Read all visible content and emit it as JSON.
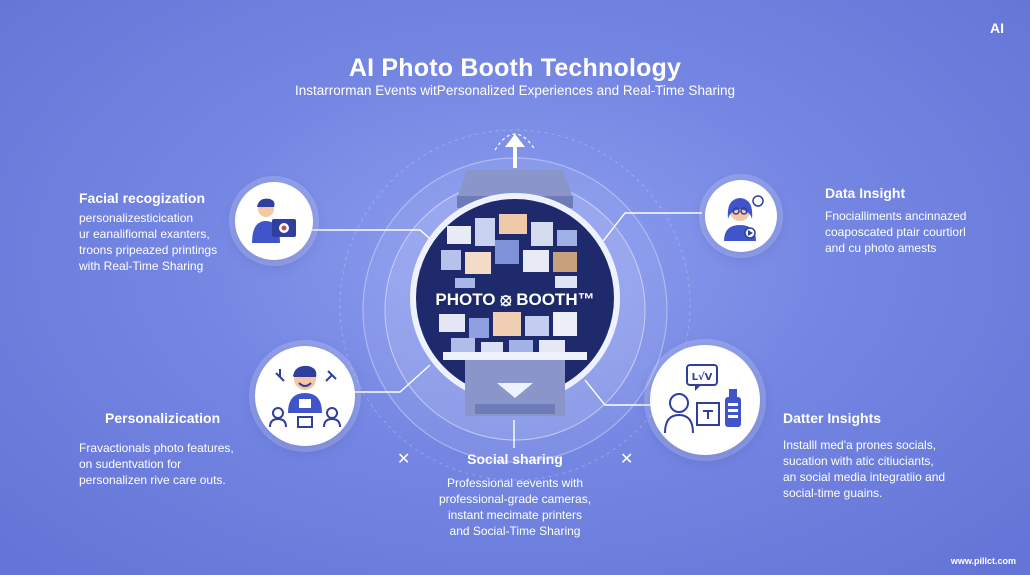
{
  "header": {
    "title": "AI Photo Booth Technology",
    "subtitle": "Instarrorman Events witPersonalized Experiences and Real-Time Sharing",
    "corner_badge": "AI"
  },
  "center": {
    "booth_label": "PHOTO ⦻ BOOTH™"
  },
  "features": {
    "facial": {
      "title": "Facial recogization",
      "lines": [
        "personalizesticication",
        "ur eanalifiomal exanters,",
        "troons pripeazed printings",
        "with Real-Time Sharing"
      ]
    },
    "personalization": {
      "title": "Personalizication",
      "lines": [
        "Fravactionals photo features,",
        "on sudentvation for",
        "personalizen rive care outs."
      ]
    },
    "data_insight": {
      "title": "Data Insight",
      "lines": [
        "Fnocialliments ancinnazed",
        "coaposcated ptair courtiorl",
        "and cu photo amests"
      ]
    },
    "datter_insights": {
      "title": "Datter Insights",
      "lines": [
        "Installl med'a prones socials,",
        "sucation with atic citiuciants,",
        "an social media integratiio and",
        "social-time guains."
      ]
    },
    "social": {
      "title": "Social sharing",
      "lines": [
        "Professional eevents with",
        "professional-grade cameras,",
        "instant mecimate printers",
        "and Social-Time Sharing"
      ]
    }
  },
  "icons": {
    "datter_badge": "L√V"
  },
  "footer": {
    "watermark": "www.pillct.com"
  },
  "colors": {
    "background": "#7486e2",
    "accent_blue": "#3f55c9",
    "screen_navy": "#1e2a6b"
  }
}
